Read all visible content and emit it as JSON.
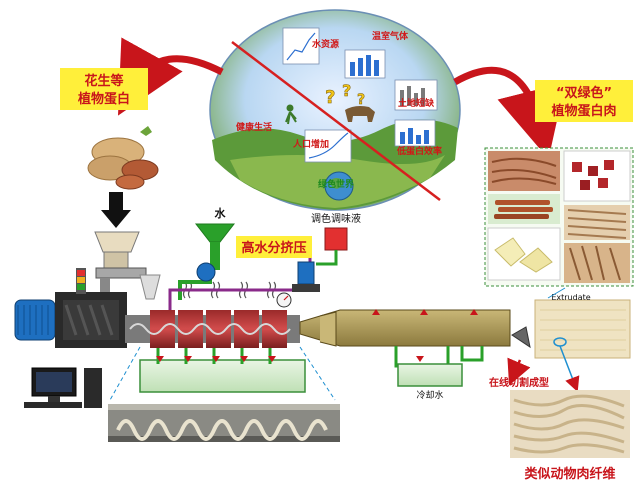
{
  "center_circle": {
    "items": [
      "水资源",
      "温室气体",
      "土地短缺",
      "健康生活",
      "人口增加",
      "低蛋白效率",
      "绿色世界"
    ]
  },
  "left_box": {
    "line1": "花生等",
    "line2": "植物蛋白"
  },
  "right_box": {
    "line1": "“双绿色”",
    "line2": "植物蛋白肉"
  },
  "process": {
    "water": "水",
    "seasoning": "调色调味液",
    "high_moisture": "高水分挤压",
    "cooling_water": "冷却水",
    "online_cut": "在线切割成型",
    "extrudate": "Extrudate",
    "fiber": "类似动物肉纤维"
  },
  "colors": {
    "accent_red": "#c8151b",
    "yellow_label": "#ffef3a",
    "pipe_green": "#2aa02a",
    "barrel_red": "#c0392b"
  }
}
